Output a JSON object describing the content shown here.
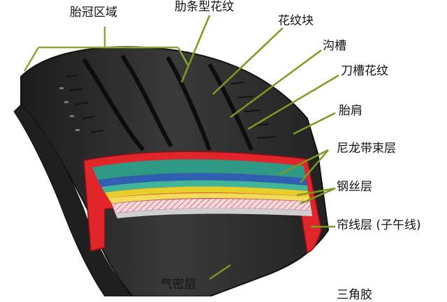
{
  "labels": {
    "crown": "胎冠区域",
    "rib_pattern": "肋条型花纹",
    "tread_block": "花纹块",
    "groove": "沟槽",
    "sipe_pattern": "刀槽花纹",
    "shoulder": "胎肩",
    "nylon_cap_ply": "尼龙带束层",
    "steel_belt": "钢丝层",
    "cord_ply": "帘线层 (子午线)",
    "inner_liner": "气密层",
    "sidewall_cut": "三角胶"
  },
  "colors": {
    "rubber": "#2a2a2a",
    "rubber_light": "#4a4a4a",
    "cut_red": "#e0262b",
    "nylon_teal": "#2e9a86",
    "nylon_blue": "#2f5fb0",
    "steel_yellow": "#e6cf2a",
    "cord_pink": "#f3c2c8",
    "leader_green": "#7a9b1f"
  }
}
